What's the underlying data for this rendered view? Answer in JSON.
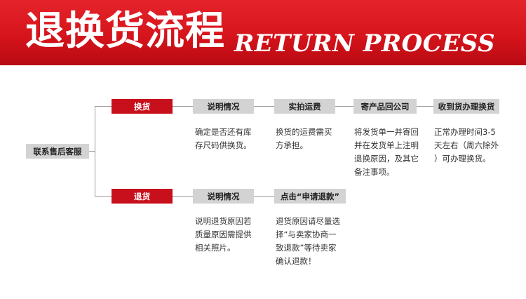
{
  "banner": {
    "title_cn": "退换货流程",
    "title_en": "RETURN PROCESS"
  },
  "start": {
    "label": "联系售后客服"
  },
  "exchange": {
    "label": "换货",
    "steps": [
      {
        "title": "说明情况",
        "desc": "确定是否还有库\n存尺码供换货。"
      },
      {
        "title": "实拍运费",
        "desc": "换货的运费需买\n方承担。"
      },
      {
        "title": "寄产品回公司",
        "desc": "将发货单一并寄回\n并在发货单上注明\n退换原因，及其它\n备注事项。"
      },
      {
        "title": "收到货办理换货",
        "desc": "正常办理时间3-5\n天左右（周六除外\n）可办理换货。"
      }
    ]
  },
  "refund": {
    "label": "退货",
    "steps": [
      {
        "title": "说明情况",
        "desc": "说明退货原因若\n质量原因需提供\n相关照片。"
      },
      {
        "title": "点击“申请退款”",
        "desc": "退货原因请尽量选\n择“与卖家协商一\n致退款”等待卖家\n确认退款！"
      }
    ]
  },
  "colors": {
    "red": "#c8101d",
    "grey_box": "#d3d3d3",
    "line": "#9a9a9a"
  }
}
